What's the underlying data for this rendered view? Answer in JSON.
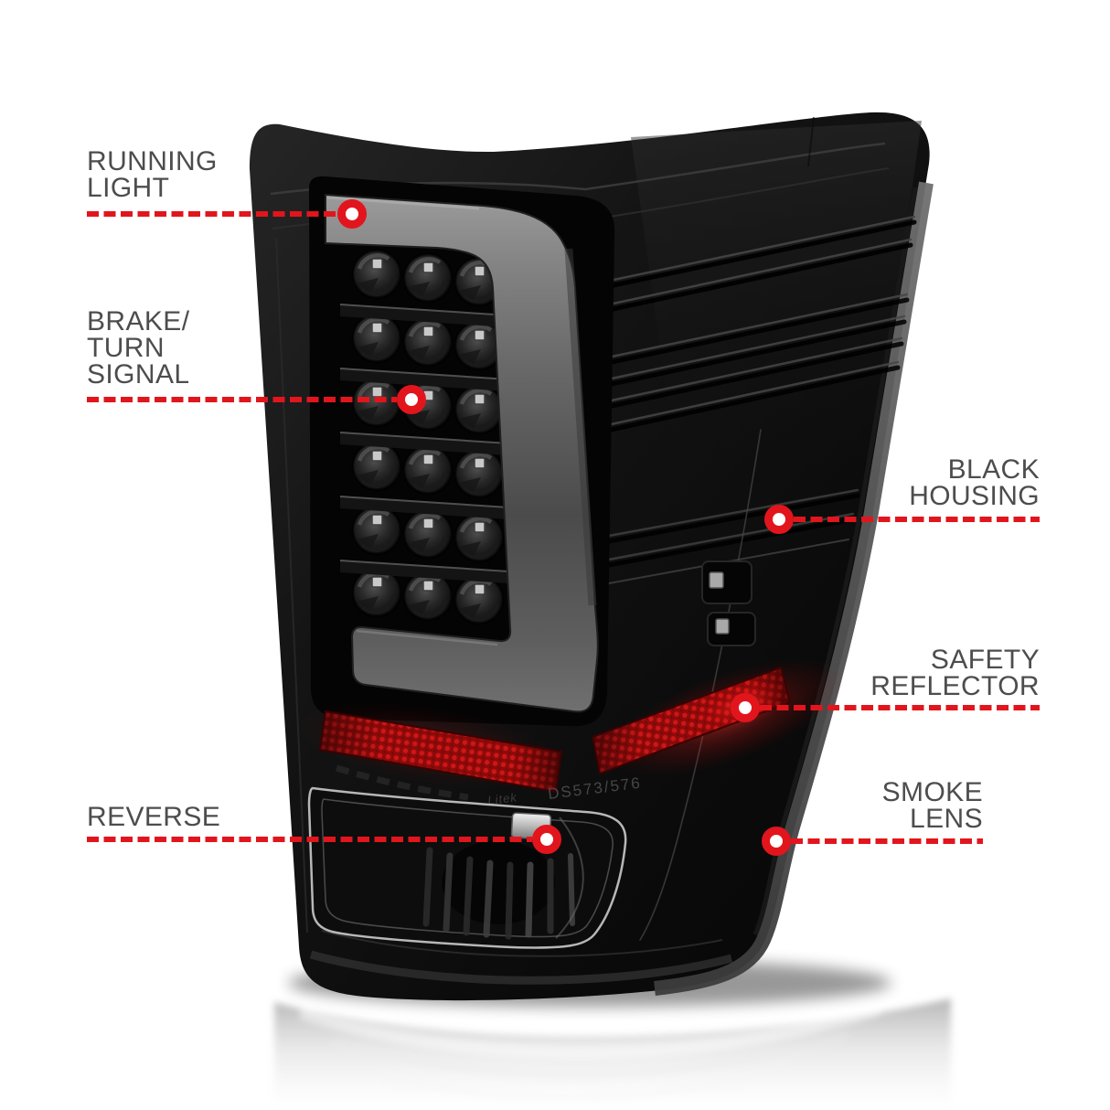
{
  "callouts": [
    {
      "id": "running-light",
      "label": "RUNNING\nLIGHT",
      "side": "left"
    },
    {
      "id": "brake-turn-signal",
      "label": "BRAKE/\nTURN\nSIGNAL",
      "side": "left"
    },
    {
      "id": "black-housing",
      "label": "BLACK\nHOUSING",
      "side": "right"
    },
    {
      "id": "safety-reflector",
      "label": "SAFETY\nREFLECTOR",
      "side": "right"
    },
    {
      "id": "reverse",
      "label": "REVERSE",
      "side": "left"
    },
    {
      "id": "smoke-lens",
      "label": "SMOKE\nLENS",
      "side": "right"
    }
  ],
  "lens_markings": {
    "part_number": "DS573/576",
    "brand": "Litek"
  },
  "colors": {
    "accent_red": "#e2151d",
    "label_text": "#4d4d4d",
    "background": "#ffffff"
  }
}
